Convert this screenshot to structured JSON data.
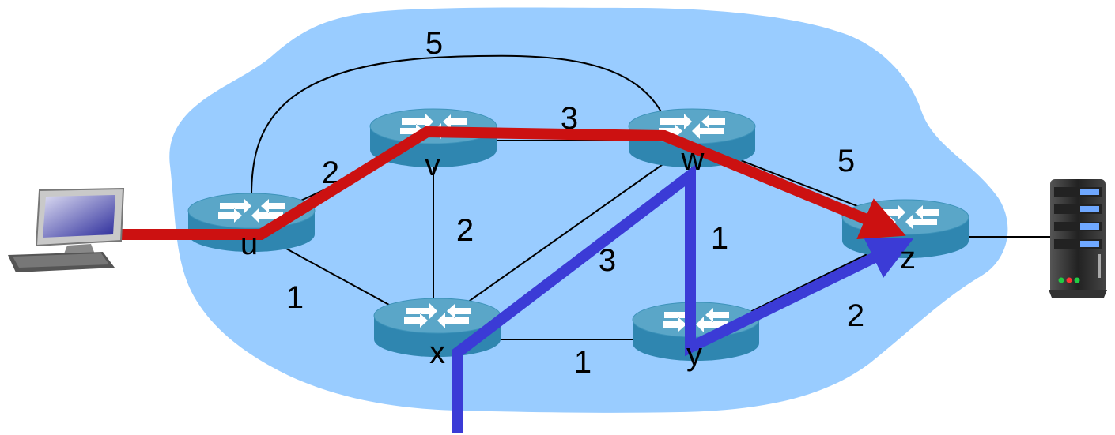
{
  "routers": [
    {
      "id": "u",
      "label": "u"
    },
    {
      "id": "v",
      "label": "v"
    },
    {
      "id": "w",
      "label": "w"
    },
    {
      "id": "x",
      "label": "x"
    },
    {
      "id": "y",
      "label": "y"
    },
    {
      "id": "z",
      "label": "z"
    }
  ],
  "links": [
    {
      "from": "u",
      "to": "v",
      "cost": "2"
    },
    {
      "from": "u",
      "to": "w",
      "cost": "5"
    },
    {
      "from": "u",
      "to": "x",
      "cost": "1"
    },
    {
      "from": "v",
      "to": "w",
      "cost": "3"
    },
    {
      "from": "v",
      "to": "x",
      "cost": "2"
    },
    {
      "from": "x",
      "to": "w",
      "cost": "3"
    },
    {
      "from": "x",
      "to": "y",
      "cost": "1"
    },
    {
      "from": "w",
      "to": "y",
      "cost": "1"
    },
    {
      "from": "w",
      "to": "z",
      "cost": "5"
    },
    {
      "from": "y",
      "to": "z",
      "cost": "2"
    }
  ],
  "paths": [
    {
      "color": "#cc1111",
      "route": [
        "host",
        "u",
        "v",
        "w",
        "z"
      ]
    },
    {
      "color": "#3b3bd6",
      "route": [
        "x",
        "w",
        "y",
        "z"
      ]
    }
  ],
  "colors": {
    "cloud": "#99ccff",
    "router_top": "#5aa6c8",
    "router_side": "#2f86b0",
    "red_path": "#cc1111",
    "blue_path": "#3b3bd6"
  },
  "icons": [
    "desktop-computer-icon",
    "server-icon"
  ]
}
